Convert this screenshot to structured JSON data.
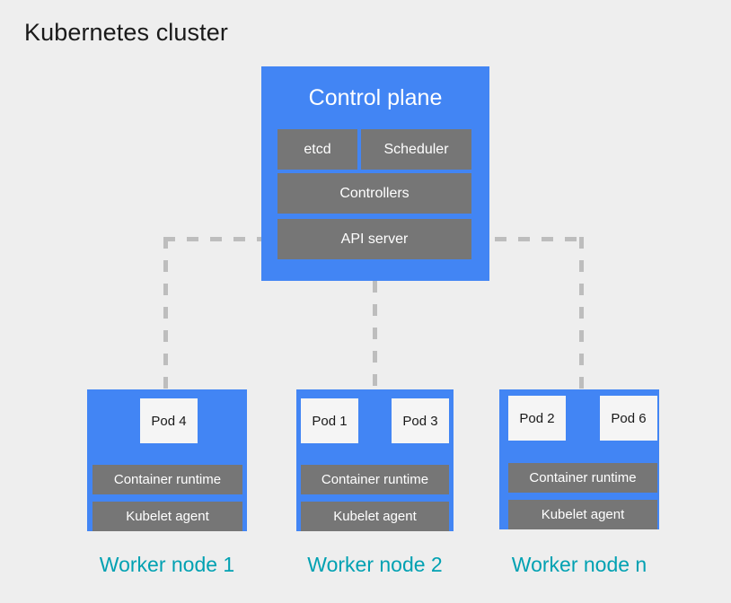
{
  "diagram": {
    "title": "Kubernetes cluster",
    "background_color": "#eeeeee",
    "accent_blue": "#4285f4",
    "component_gray": "#767676",
    "caption_teal": "#00a1b2",
    "connector_gray": "#bdbdbd"
  },
  "control_plane": {
    "title": "Control plane",
    "components": [
      {
        "label": "etcd"
      },
      {
        "label": "Scheduler"
      },
      {
        "label": "Controllers"
      },
      {
        "label": "API server"
      }
    ]
  },
  "worker_nodes": [
    {
      "caption": "Worker node 1",
      "pods": [
        {
          "label": "Pod 4"
        }
      ],
      "runtime_label": "Container runtime",
      "kubelet_label": "Kubelet agent"
    },
    {
      "caption": "Worker node 2",
      "pods": [
        {
          "label": "Pod 1"
        },
        {
          "label": "Pod 3"
        }
      ],
      "runtime_label": "Container runtime",
      "kubelet_label": "Kubelet agent"
    },
    {
      "caption": "Worker node n",
      "pods": [
        {
          "label": "Pod 2"
        },
        {
          "label": "Pod 6"
        }
      ],
      "runtime_label": "Container runtime",
      "kubelet_label": "Kubelet agent"
    }
  ]
}
